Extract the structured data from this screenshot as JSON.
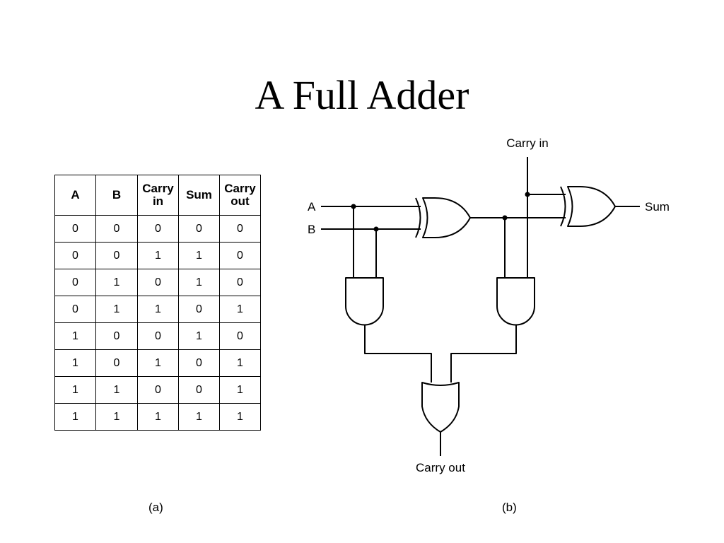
{
  "title": "A Full Adder",
  "truth_table": {
    "headers": [
      [
        "A"
      ],
      [
        "B"
      ],
      [
        "Carry",
        "in"
      ],
      [
        "Sum"
      ],
      [
        "Carry",
        "out"
      ]
    ],
    "rows": [
      [
        "0",
        "0",
        "0",
        "0",
        "0"
      ],
      [
        "0",
        "0",
        "1",
        "1",
        "0"
      ],
      [
        "0",
        "1",
        "0",
        "1",
        "0"
      ],
      [
        "0",
        "1",
        "1",
        "0",
        "1"
      ],
      [
        "1",
        "0",
        "0",
        "1",
        "0"
      ],
      [
        "1",
        "0",
        "1",
        "0",
        "1"
      ],
      [
        "1",
        "1",
        "0",
        "0",
        "1"
      ],
      [
        "1",
        "1",
        "1",
        "1",
        "1"
      ]
    ]
  },
  "circuit": {
    "input_a": "A",
    "input_b": "B",
    "carry_in": "Carry in",
    "sum": "Sum",
    "carry_out": "Carry out"
  },
  "captions": {
    "a": "(a)",
    "b": "(b)"
  }
}
